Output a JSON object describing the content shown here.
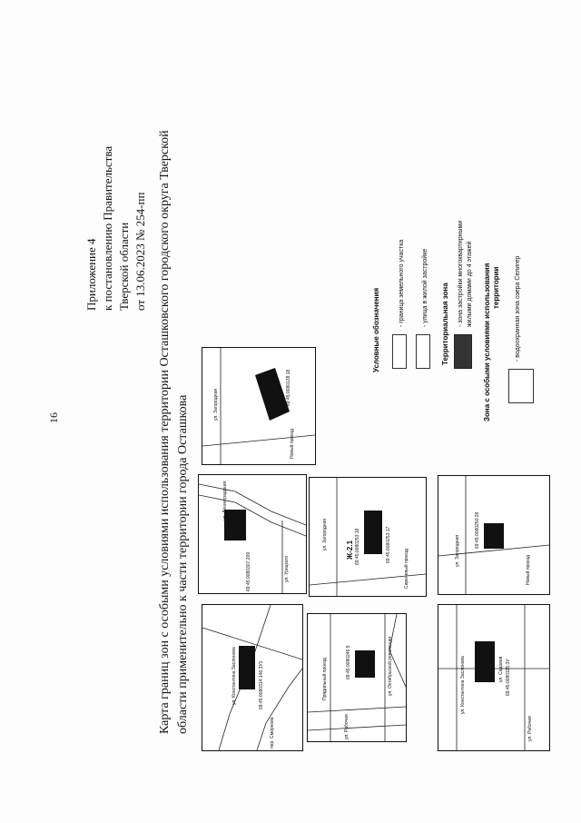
{
  "page_number": "16",
  "appendix": {
    "line1": "Приложение 4",
    "line2": "к постановлению Правительства",
    "line3": "Тверской области",
    "line4": "от 13.06.2023 № 254-пп"
  },
  "title": {
    "line1": "Карта границ зон с особыми условиями использования территории Осташковского городского округа Тверской",
    "line2": "области применительно к части территории города Осташкова"
  },
  "panels": {
    "p1": {
      "road_a": "ул. Константина Заслонова",
      "road_b": "пер. Смирнова",
      "cadastral": "69:45:0080314:146:ЗУ1"
    },
    "p2": {
      "road_a": "Прядильный проезд",
      "road_b": "ул. Рабочая",
      "road_c": "ул. Октябрьской революции",
      "cadastral": "69:45:0080246:5"
    },
    "p3": {
      "road_a": "ул. Константина Заслонова",
      "road_b": "ул. Садовая",
      "road_c": "ул. Рабочая",
      "cadastral": "69:45:0080115:ЗУ"
    },
    "p4": {
      "road_a": "ул. Ленинградская",
      "road_b": "ул. Урицкого",
      "cadastral": "69:45:0080307:209"
    },
    "p5": {
      "road_a": "ул. Загородная",
      "road_b": "Сиреневый проезд",
      "cadastral_a": "69:45:0080253:18",
      "cadastral_b": "69:45:0080253:17",
      "zone": "Ж-2.1"
    },
    "p6": {
      "road_a": "ул. Загородная",
      "road_b": "Новый проезд",
      "cadastral": "69:45:0080250:28"
    },
    "p7": {
      "road_a": "ул. Загородная",
      "road_b": "Новый проезд",
      "cadastral": "69:45:0080138:18"
    }
  },
  "legend": {
    "title": "Условные обозначения",
    "item1": "- граница земельного участка",
    "item2": "- улица в жилой застройке",
    "zone_title": "Территориальная зона",
    "item3_line1": "- зона застройки многоквартирными",
    "item3_line2": "жилыми домами до 4 этажей",
    "special_title_line1": "Зона с особыми условиями использования",
    "special_title_line2": "территории",
    "item4": "- водоохранная зона озера Селигер"
  }
}
